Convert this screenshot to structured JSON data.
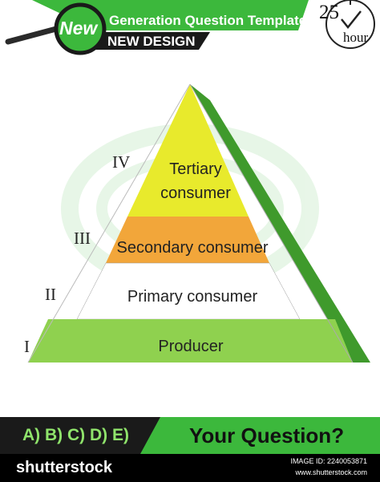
{
  "header": {
    "badge": "New",
    "title": "Generation Question Template",
    "subtitle": "NEW DESIGN",
    "timer_value": "25",
    "timer_unit": "hour"
  },
  "pyramid": {
    "levels": [
      {
        "roman": "IV",
        "label_line1": "Tertiary",
        "label_line2": "consumer",
        "color": "#e8ea2c"
      },
      {
        "roman": "III",
        "label": "Secondary consumer",
        "color": "#f2a63a"
      },
      {
        "roman": "II",
        "label": "Primary consumer",
        "color": "#ffffff"
      },
      {
        "roman": "I",
        "label": "Producer",
        "color": "#8fd14f"
      }
    ],
    "side_color": "#3f9a2c"
  },
  "footer": {
    "answers": "A) B) C) D) E)",
    "question": "Your Question?"
  },
  "stock": {
    "logo": "shutterstock",
    "image_id": "IMAGE ID: 2240053871",
    "site": "www.shutterstock.com"
  },
  "colors": {
    "green": "#3cb83c",
    "dark": "#1a1a1a"
  }
}
